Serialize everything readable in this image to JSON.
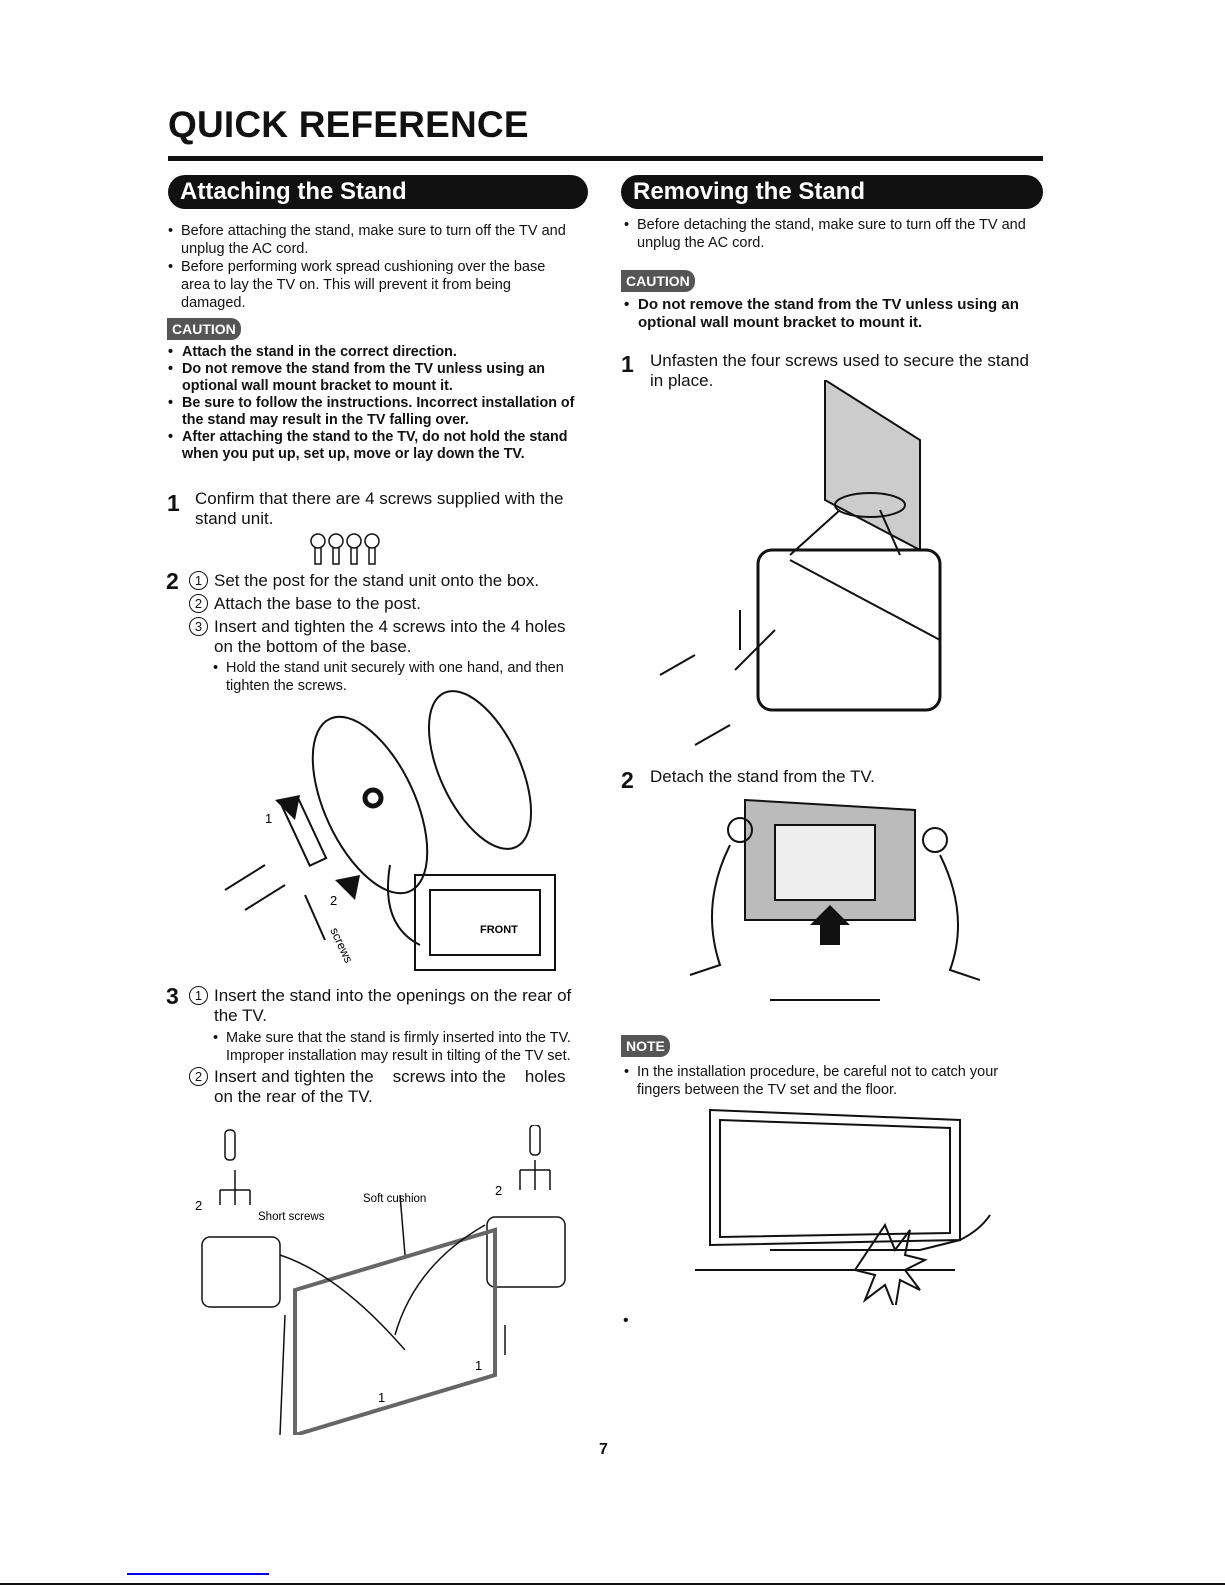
{
  "title": "QUICK REFERENCE",
  "attach": {
    "heading": "Attaching the Stand",
    "bullets": [
      "Before attaching the stand, make sure to turn off the TV and unplug the AC cord.",
      "Before performing work spread cushioning over the base area to lay the TV on. This will prevent it from being damaged."
    ],
    "caution_label": "CAUTION",
    "cautions": [
      "Attach the stand in the correct direction.",
      "Do not remove the stand from the TV unless using an optional wall mount bracket to mount it.",
      "Be sure to follow the instructions. Incorrect installation of the stand may result in the TV falling over.",
      "After attaching the stand to the TV, do not hold the stand when you put up, set up, move or lay down the TV."
    ],
    "step1": {
      "num": "1",
      "text": "Confirm that there are 4 screws supplied with the stand unit."
    },
    "step2": {
      "num": "2",
      "items": [
        {
          "n": "1",
          "text": "Set the post for the stand unit onto the box."
        },
        {
          "n": "2",
          "text": "Attach the base to the post."
        },
        {
          "n": "3",
          "text": "Insert and tighten the 4 screws into the 4 holes on the bottom of the base."
        }
      ],
      "note": "Hold the stand unit securely with one hand, and then tighten the screws."
    },
    "fig2": {
      "front": "FRONT",
      "screws": "screws",
      "c1": "1",
      "c2": "2"
    },
    "step3": {
      "num": "3",
      "items": [
        {
          "n": "1",
          "text": "Insert the stand into the openings on the rear of the TV."
        },
        {
          "n": "2",
          "text": "Insert and tighten the    screws into the    holes on the rear of the TV."
        }
      ],
      "note": "Make sure that the stand is firmly inserted into the TV. Improper installation may result in tilting of the TV set."
    },
    "fig3": {
      "short_screws": "Short screws",
      "soft_cushion": "Soft cushion",
      "c1": "1",
      "c2": "2"
    }
  },
  "remove": {
    "heading": "Removing the Stand",
    "bullets": [
      "Before detaching the stand, make sure to turn off the TV and unplug the AC cord."
    ],
    "caution_label": "CAUTION",
    "cautions": [
      "Do not remove the stand from the TV unless using an optional wall mount bracket to mount it."
    ],
    "step1": {
      "num": "1",
      "text": "Unfasten the four screws used to secure the stand in place."
    },
    "step2": {
      "num": "2",
      "text": "Detach the stand from the TV."
    },
    "note_label": "NOTE",
    "notes": [
      "In the installation procedure, be careful not to catch your fingers between the TV set and the floor."
    ]
  },
  "page_number": "7"
}
